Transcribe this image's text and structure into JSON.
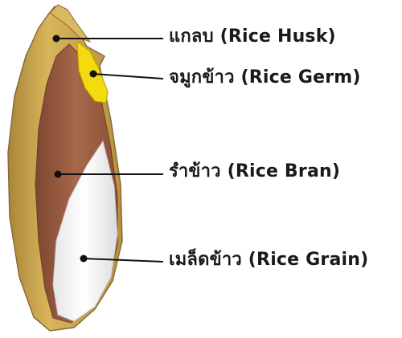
{
  "labels": {
    "husk": "แกลบ (Rice Husk)",
    "germ": "จมูกข้าว (Rice Germ)",
    "bran": "รำข้าว (Rice Bran)",
    "grain": "เมล็ดข้าว (Rice Grain)"
  },
  "colors": {
    "husk": "#c9a24a",
    "germ": "#f2dc10",
    "bran": "#9c5a3c",
    "grain": "#ffffff",
    "outline": "#8a6a3a"
  }
}
